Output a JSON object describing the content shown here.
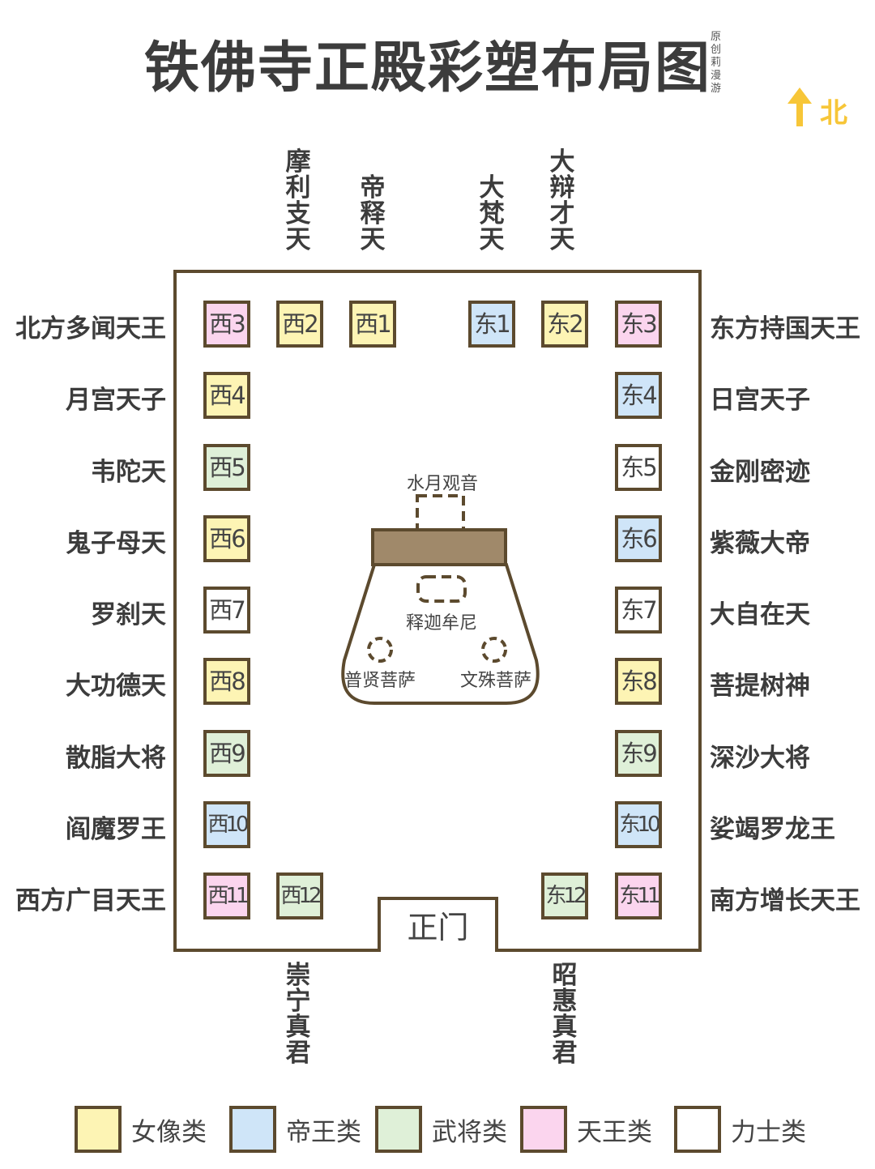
{
  "title": "铁佛寺正殿彩塑布局图",
  "credit": "原创莉漫游",
  "north_label": "北",
  "gate_label": "正门",
  "center": {
    "top": "水月观音",
    "main": "释迦牟尼",
    "left": "普贤菩萨",
    "right": "文殊菩萨"
  },
  "statues": [
    {
      "label": "西3",
      "cat": "king"
    },
    {
      "label": "西2",
      "cat": "female"
    },
    {
      "label": "西1",
      "cat": "female"
    },
    {
      "label": "东1",
      "cat": "emperor"
    },
    {
      "label": "东2",
      "cat": "female"
    },
    {
      "label": "东3",
      "cat": "king"
    },
    {
      "label": "西4",
      "cat": "female"
    },
    {
      "label": "东4",
      "cat": "emperor"
    },
    {
      "label": "西5",
      "cat": "general"
    },
    {
      "label": "东5",
      "cat": "guard"
    },
    {
      "label": "西6",
      "cat": "female"
    },
    {
      "label": "东6",
      "cat": "emperor"
    },
    {
      "label": "西7",
      "cat": "guard"
    },
    {
      "label": "东7",
      "cat": "guard"
    },
    {
      "label": "西8",
      "cat": "female"
    },
    {
      "label": "东8",
      "cat": "female"
    },
    {
      "label": "西9",
      "cat": "general"
    },
    {
      "label": "东9",
      "cat": "general"
    },
    {
      "label": "西10",
      "cat": "emperor"
    },
    {
      "label": "东10",
      "cat": "emperor"
    },
    {
      "label": "西11",
      "cat": "king"
    },
    {
      "label": "西12",
      "cat": "general"
    },
    {
      "label": "东12",
      "cat": "general"
    },
    {
      "label": "东11",
      "cat": "king"
    }
  ],
  "left_names": [
    "北方多闻天王",
    "月宫天子",
    "韦陀天",
    "鬼子母天",
    "罗刹天",
    "大功德天",
    "散脂大将",
    "阎魔罗王",
    "西方广目天王"
  ],
  "right_names": [
    "东方持国天王",
    "日宫天子",
    "金刚密迹",
    "紫薇大帝",
    "大自在天",
    "菩提树神",
    "深沙大将",
    "娑竭罗龙王",
    "南方增长天王"
  ],
  "top_names": [
    "摩利支天",
    "帝释天",
    "大梵天",
    "大辩才天"
  ],
  "bottom_names": [
    "崇宁真君",
    "昭惠真君"
  ],
  "legend": [
    {
      "label": "女像类",
      "cat": "female"
    },
    {
      "label": "帝王类",
      "cat": "emperor"
    },
    {
      "label": "武将类",
      "cat": "general"
    },
    {
      "label": "天王类",
      "cat": "king"
    },
    {
      "label": "力士类",
      "cat": "guard"
    }
  ],
  "colors": {
    "female": "#fdf4b4",
    "emperor": "#cfe5f8",
    "general": "#dff0d8",
    "king": "#fbd5ee",
    "guard": "#ffffff",
    "border": "#5c4a2e",
    "north": "#f7c638"
  }
}
